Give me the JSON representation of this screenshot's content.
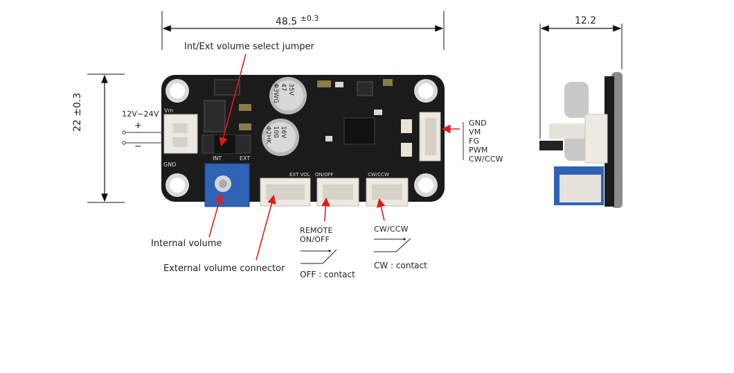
{
  "dimensions": {
    "width_value": "48.5",
    "width_tolerance": "±0.3",
    "height_label": "22 ±0.3",
    "thickness_value": "12.2"
  },
  "callouts": {
    "jumper": "Int/Ext volume select jumper",
    "internal_volume": "Internal volume",
    "external_volume": "External volume connector"
  },
  "power": {
    "voltage": "12V~24V",
    "plus": "+",
    "minus": "−"
  },
  "connector_pins": [
    "GND",
    "VM",
    "FG",
    "PWM",
    "CW/CCW"
  ],
  "remote": {
    "line1": "REMOTE",
    "line2": "ON/OFF",
    "contact": "OFF : contact"
  },
  "direction": {
    "title": "CW/CCW",
    "contact": "CW : contact"
  },
  "board_silkscreen": {
    "vm": "Vm",
    "gnd": "GND",
    "int": "INT",
    "ext": "EXT",
    "ext_vol": "EXT  VOL",
    "on_off": "ON/OFF",
    "cw_ccw": "CW/CCW",
    "cap1_a": "35V",
    "cap1_b": "47",
    "cap1_c": "Φ3WG",
    "cap2_a": "16V",
    "cap2_b": "100",
    "cap2_c": "Φ2HK"
  },
  "colors": {
    "pcb": "#1b1b1b",
    "pot": "#2f63b5",
    "connector": "#ece9e2",
    "arrow": "#e01b1b",
    "dim_line": "#111111"
  }
}
